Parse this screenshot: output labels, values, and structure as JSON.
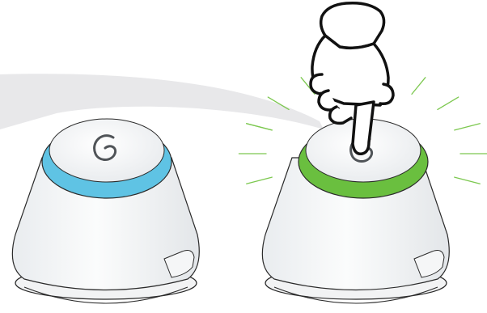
{
  "colors": {
    "background": "#ffffff",
    "swoosh": "#e8e8ea",
    "device_body": "#f4f5f6",
    "device_outline": "#2a2a2a",
    "ring_left": "#5fc3e4",
    "ring_right": "#6abf3f",
    "glow_rays": "#7cc84f",
    "hand_fill": "#ffffff",
    "hand_outline": "#111111"
  },
  "icons": {
    "swirl": "swirl-logo-icon",
    "hand": "pointing-hand-icon"
  },
  "devices": [
    {
      "id": "left",
      "ring_state": "blue",
      "pressed": false
    },
    {
      "id": "right",
      "ring_state": "green",
      "pressed": true
    }
  ]
}
